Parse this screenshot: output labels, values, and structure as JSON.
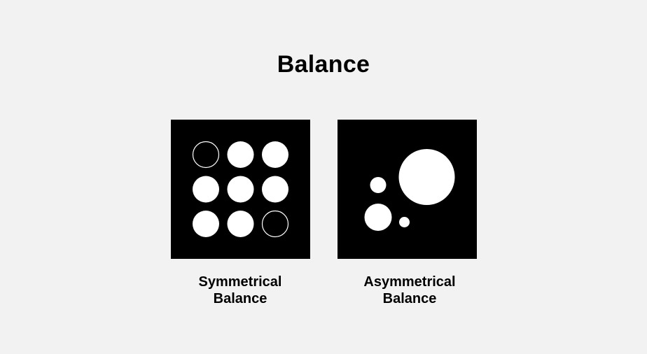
{
  "page": {
    "title": "Balance",
    "background_color": "#f2f2f2"
  },
  "panels": [
    {
      "caption_line1": "Symmetrical",
      "caption_line2": "Balance",
      "background_color": "#000000",
      "circle_color": "#ffffff",
      "grid": {
        "rows": 3,
        "columns": 3,
        "outlined_positions": [
          [
            1,
            1
          ],
          [
            3,
            3
          ]
        ]
      }
    },
    {
      "caption_line1": "Asymmetrical",
      "caption_line2": "Balance",
      "background_color": "#000000",
      "circle_color": "#ffffff",
      "circle_count": 4
    }
  ]
}
